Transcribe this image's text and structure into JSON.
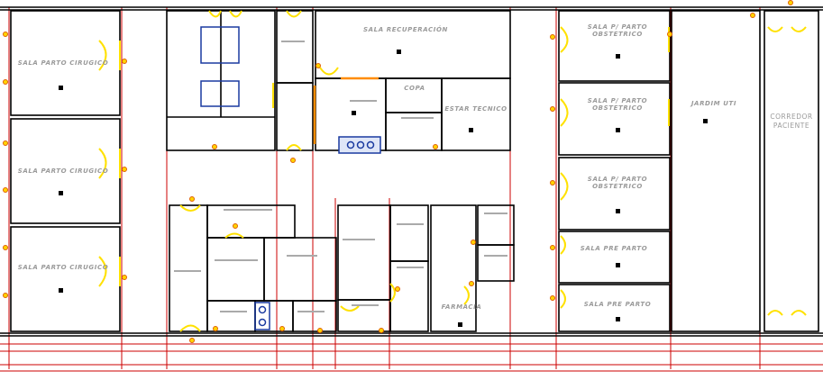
{
  "colors": {
    "wall": "#000000",
    "grid": "#cc0000",
    "door": "#ffe100",
    "fixture_marker": "#ff8c00",
    "bench": "#1a3aa0",
    "label": "#9a9a9a"
  },
  "rooms": {
    "parto_cirugico_1": "SALA PARTO CIRUGICO",
    "parto_cirugico_2": "SALA PARTO CIRUGICO",
    "parto_cirugico_3": "SALA PARTO CIRUGICO",
    "recuperacion": "SALA RECUPERACIÓN",
    "copa": "COPA",
    "estar_tecnico": "ESTAR TECNICO",
    "parto_obstetrico_1": "SALA P/ PARTO\nOBSTETRICO",
    "parto_obstetrico_2": "SALA P/ PARTO\nOBSTETRICO",
    "parto_obstetrico_3": "SALA P/ PARTO\nOBSTETRICO",
    "jardim_uti": "JARDIM UTI",
    "corredor_paciente": "CORREDOR\nPACIENTE",
    "pre_parto_1": "SALA PRE PARTO",
    "pre_parto_2": "SALA PRE PARTO",
    "farmacia": "FARMACIA"
  }
}
